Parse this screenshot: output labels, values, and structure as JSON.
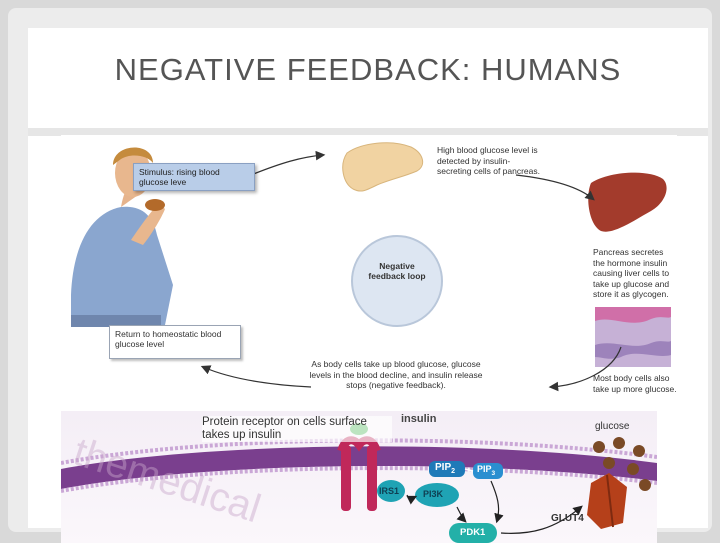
{
  "slide": {
    "title": "NEGATIVE FEEDBACK: HUMANS"
  },
  "feedback_diagram": {
    "stimulus": "Stimulus: rising blood glucose leve",
    "detection": "High blood glucose level is detected by insulin-secreting cells of pancreas.",
    "loop_label": "Negative feedback loop",
    "pancreas_secretes": "Pancreas secretes the hormone insulin causing liver cells to take up glucose and store it as glycogen.",
    "body_cells": "Most body cells also take up more glucose.",
    "decline": "As body cells take up blood glucose, glucose levels in the blood decline, and insulin release stops (negative feedback).",
    "return": "Return to homeostatic blood glucose level"
  },
  "signaling_diagram": {
    "receptor_caption": "Protein receptor on cells surface takes up insulin",
    "insulin": "insulin",
    "glucose": "glucose",
    "pip2": "PIP",
    "pip2_sub": "2",
    "pip3": "PIP",
    "pip3_sub": "3",
    "irs1": "IRS1",
    "pi3k": "PI3K",
    "pdk1": "PDK1",
    "glut4": "GLUT4",
    "watermark": "themedical"
  },
  "colors": {
    "title_text": "#555555",
    "membrane": "#7a3f8e",
    "receptor": "#c0285a",
    "insulin_dot": "#3fb24a",
    "teal_protein": "#1fa3b4",
    "glucose_dot": "#7a4a26",
    "glut4": "#b5401a"
  }
}
